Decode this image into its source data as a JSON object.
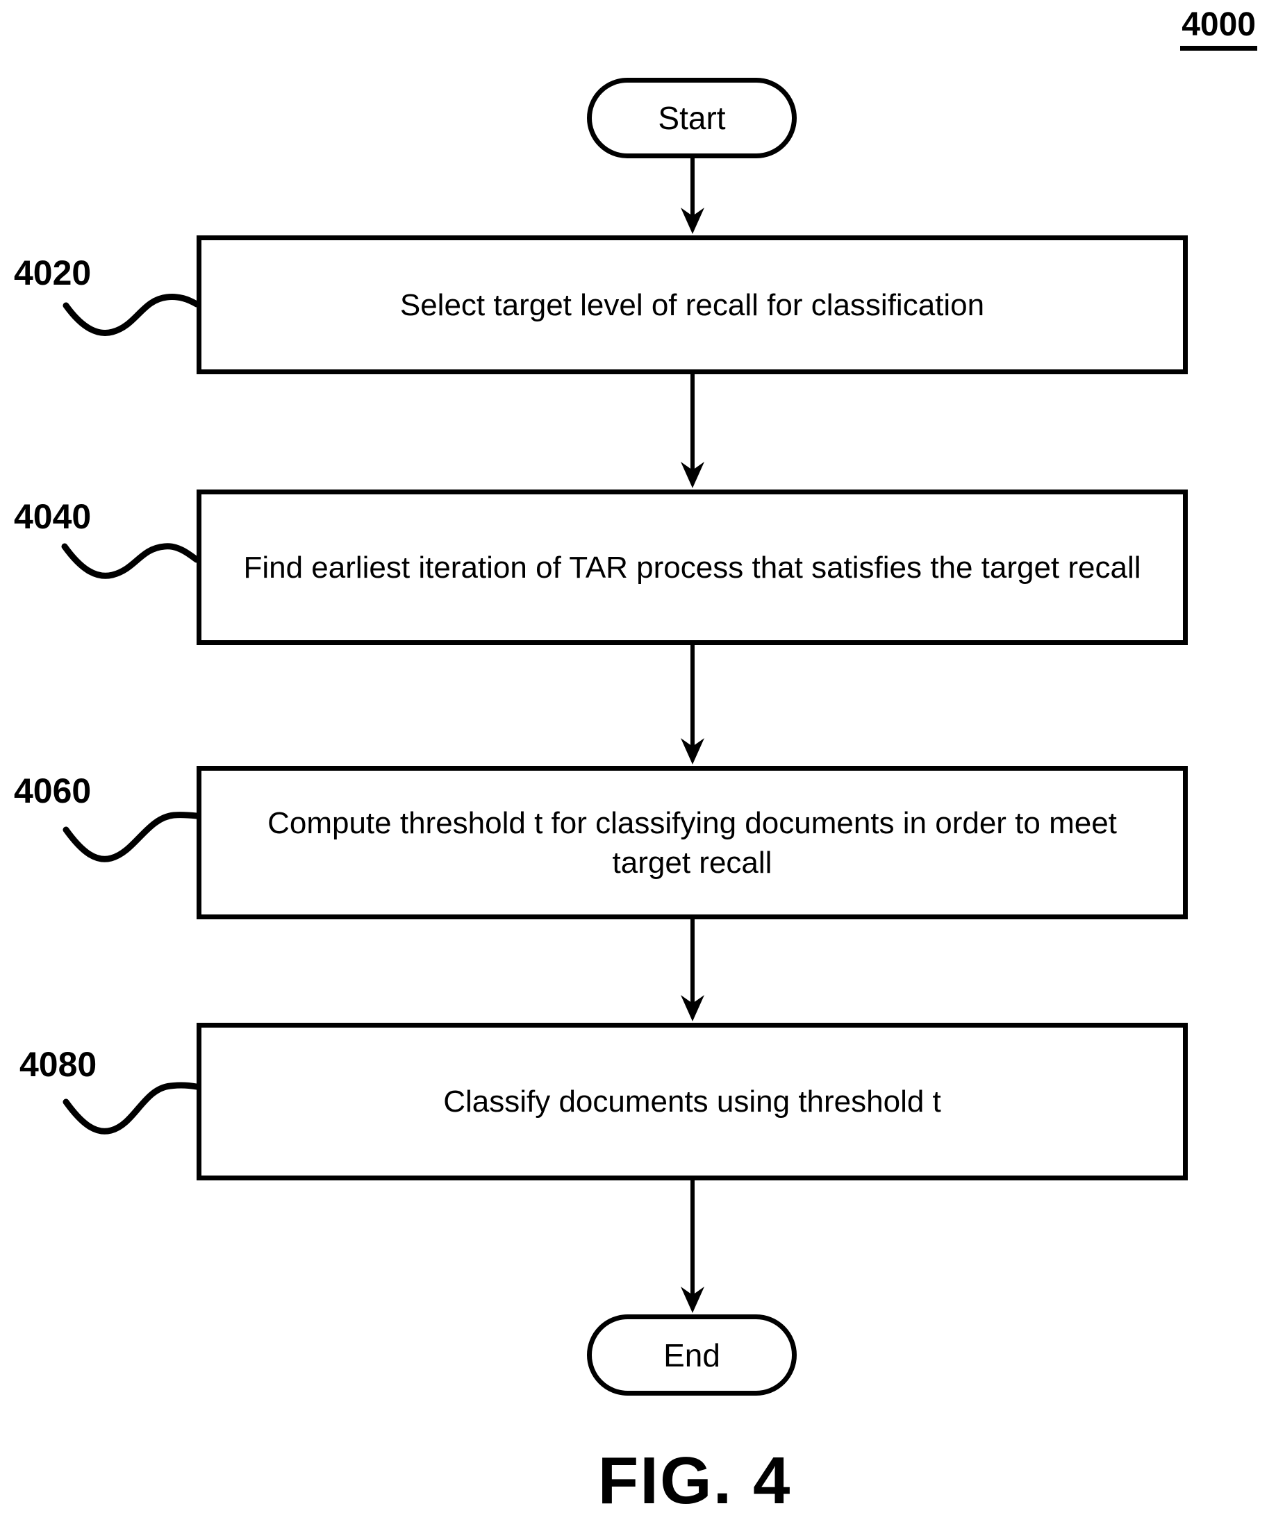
{
  "figure": {
    "reference_number": "4000",
    "caption": "FIG. 4",
    "colors": {
      "ink": "#000000",
      "background": "#ffffff"
    }
  },
  "flowchart": {
    "start_label": "Start",
    "end_label": "End",
    "steps": [
      {
        "ref": "4020",
        "text": "Select target level of recall for classification"
      },
      {
        "ref": "4040",
        "text": "Find earliest iteration of TAR process that satisfies the target recall"
      },
      {
        "ref": "4060",
        "text": "Compute threshold t for classifying documents in order to meet target recall"
      },
      {
        "ref": "4080",
        "text": "Classify documents using threshold t"
      }
    ]
  }
}
